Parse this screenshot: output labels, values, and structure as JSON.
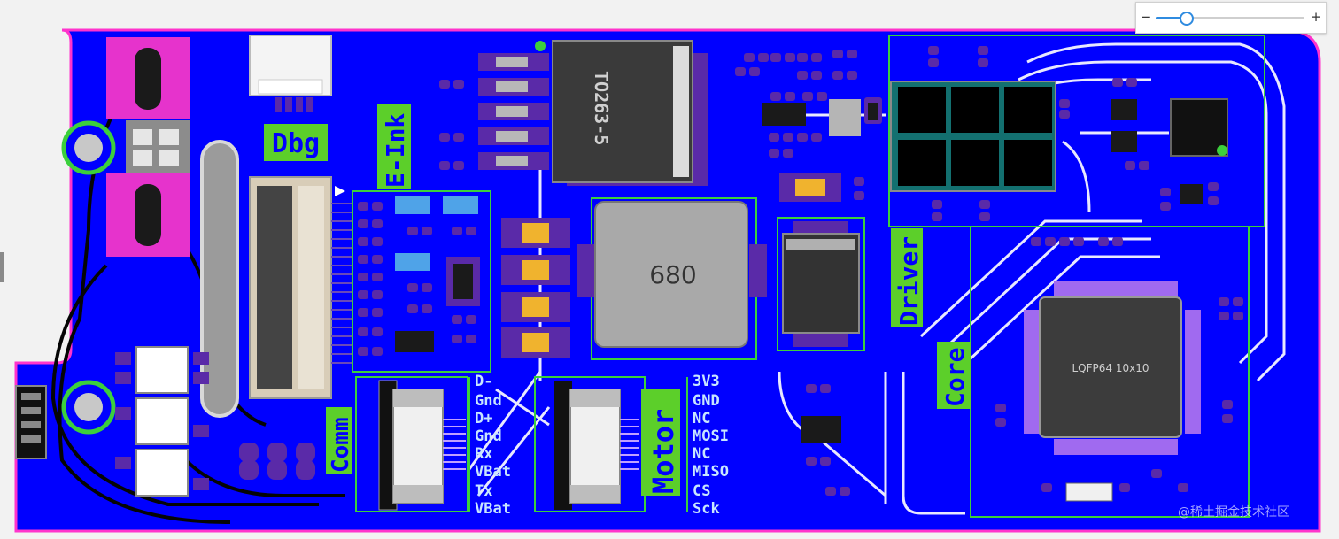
{
  "board": {
    "labels": {
      "dbg": "Dbg",
      "eink": "E-Ink",
      "comm": "Comm",
      "motor": "Motor",
      "driver": "Driver",
      "core": "Core"
    },
    "parts": {
      "regulator": "TO263-5",
      "inductor": "680",
      "mcu": "LQFP64 10x10"
    },
    "comm_pins": [
      "D-",
      "Gnd",
      "D+",
      "Gnd",
      "Rx",
      "VBat",
      "Tx",
      "VBat"
    ],
    "motor_pins": [
      "3V3",
      "GND",
      "NC",
      "MOSI",
      "NC",
      "MISO",
      "CS",
      "Sck"
    ]
  },
  "zoom": {
    "minus": "−",
    "plus": "+",
    "level": 0.2
  },
  "watermark": "@稀土掘金技术社区",
  "colors": {
    "board": "#0000ff",
    "silk_label": "#5ccf2a",
    "outline": "#ff33cc",
    "pad": "#5a2aa8"
  }
}
